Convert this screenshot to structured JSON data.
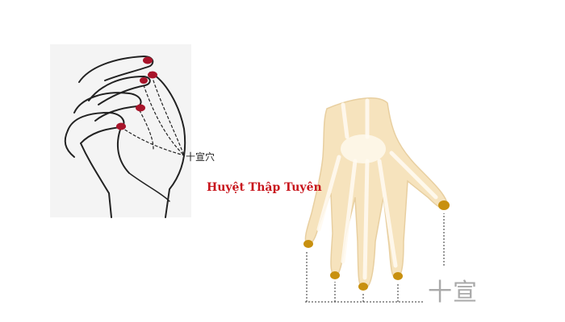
{
  "title": "Huyệt Thập Tuyên",
  "left_figure": {
    "label": "十宣穴",
    "point_color": "#a8142a"
  },
  "right_figure": {
    "label": "十宣",
    "skin_color": "#f6e3bd",
    "point_color": "#c8900f"
  }
}
